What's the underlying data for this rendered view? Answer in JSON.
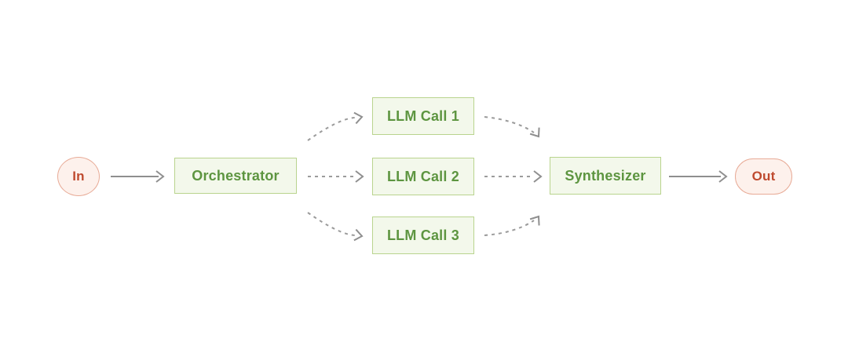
{
  "diagram": {
    "name": "orchestrator-workers-workflow",
    "nodes": {
      "in": {
        "label": "In",
        "shape": "ellipse",
        "role": "input-terminal"
      },
      "orchestrator": {
        "label": "Orchestrator",
        "shape": "rect",
        "role": "process"
      },
      "llm_call_1": {
        "label": "LLM Call 1",
        "shape": "rect",
        "role": "process"
      },
      "llm_call_2": {
        "label": "LLM Call 2",
        "shape": "rect",
        "role": "process"
      },
      "llm_call_3": {
        "label": "LLM Call 3",
        "shape": "rect",
        "role": "process"
      },
      "synthesizer": {
        "label": "Synthesizer",
        "shape": "rect",
        "role": "process"
      },
      "out": {
        "label": "Out",
        "shape": "pill",
        "role": "output-terminal"
      }
    },
    "edges": [
      {
        "from": "in",
        "to": "orchestrator",
        "style": "solid"
      },
      {
        "from": "orchestrator",
        "to": "llm_call_1",
        "style": "dashed"
      },
      {
        "from": "orchestrator",
        "to": "llm_call_2",
        "style": "dashed"
      },
      {
        "from": "orchestrator",
        "to": "llm_call_3",
        "style": "dashed"
      },
      {
        "from": "llm_call_1",
        "to": "synthesizer",
        "style": "dashed"
      },
      {
        "from": "llm_call_2",
        "to": "synthesizer",
        "style": "dashed"
      },
      {
        "from": "llm_call_3",
        "to": "synthesizer",
        "style": "dashed"
      },
      {
        "from": "synthesizer",
        "to": "out",
        "style": "solid"
      }
    ],
    "colors": {
      "background": "#ffffff",
      "process_fill": "#f3f8eb",
      "process_border": "#b9d48e",
      "process_text": "#5d9540",
      "terminal_fill": "#fdf1ec",
      "terminal_border": "#e8ab97",
      "terminal_text": "#bf4a2f",
      "arrow_solid": "#8f8f8f",
      "arrow_dashed": "#9b9b9b"
    }
  }
}
